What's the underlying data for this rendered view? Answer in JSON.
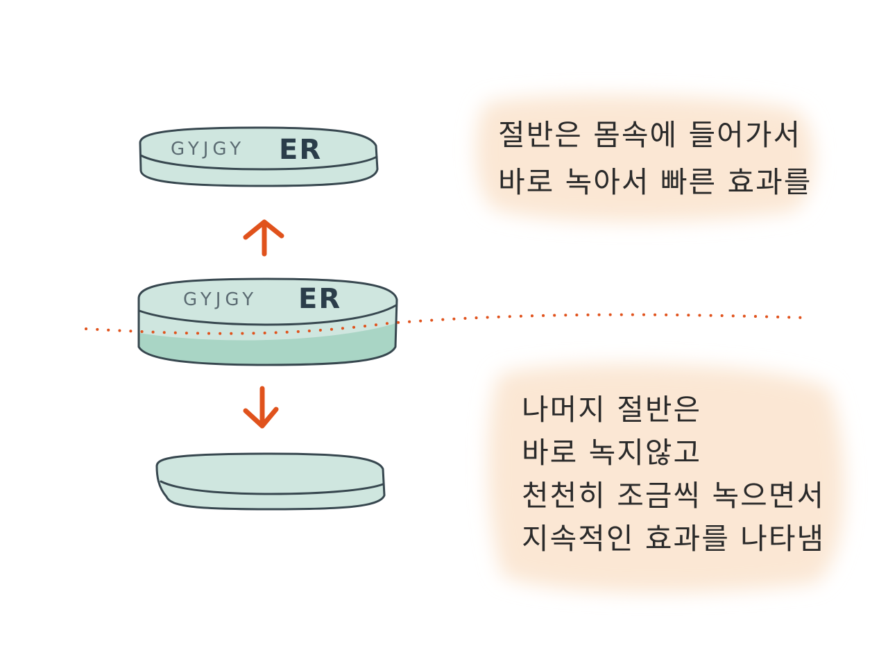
{
  "colors": {
    "pill_fill": "#cfe6df",
    "pill_fill_dark": "#a9d5c5",
    "pill_outline": "#37474f",
    "arrow": "#e0521c",
    "dotted_line": "#e0521c",
    "note_bg": "#fbe7d4",
    "imprint_light": "#5b6b72",
    "imprint_bold": "#2b3d4a"
  },
  "tablet_top": {
    "imprint": "GYJGY",
    "mark": "ER"
  },
  "tablet_middle": {
    "imprint": "GYJGY",
    "mark": "ER"
  },
  "note_top": {
    "lines": [
      "절반은 몸속에 들어가서",
      "바로 녹아서 빠른 효과를"
    ]
  },
  "note_bottom": {
    "lines": [
      "나머지 절반은",
      "바로 녹지않고",
      "천천히 조금씩 녹으면서",
      "지속적인 효과를 나타냄"
    ]
  }
}
